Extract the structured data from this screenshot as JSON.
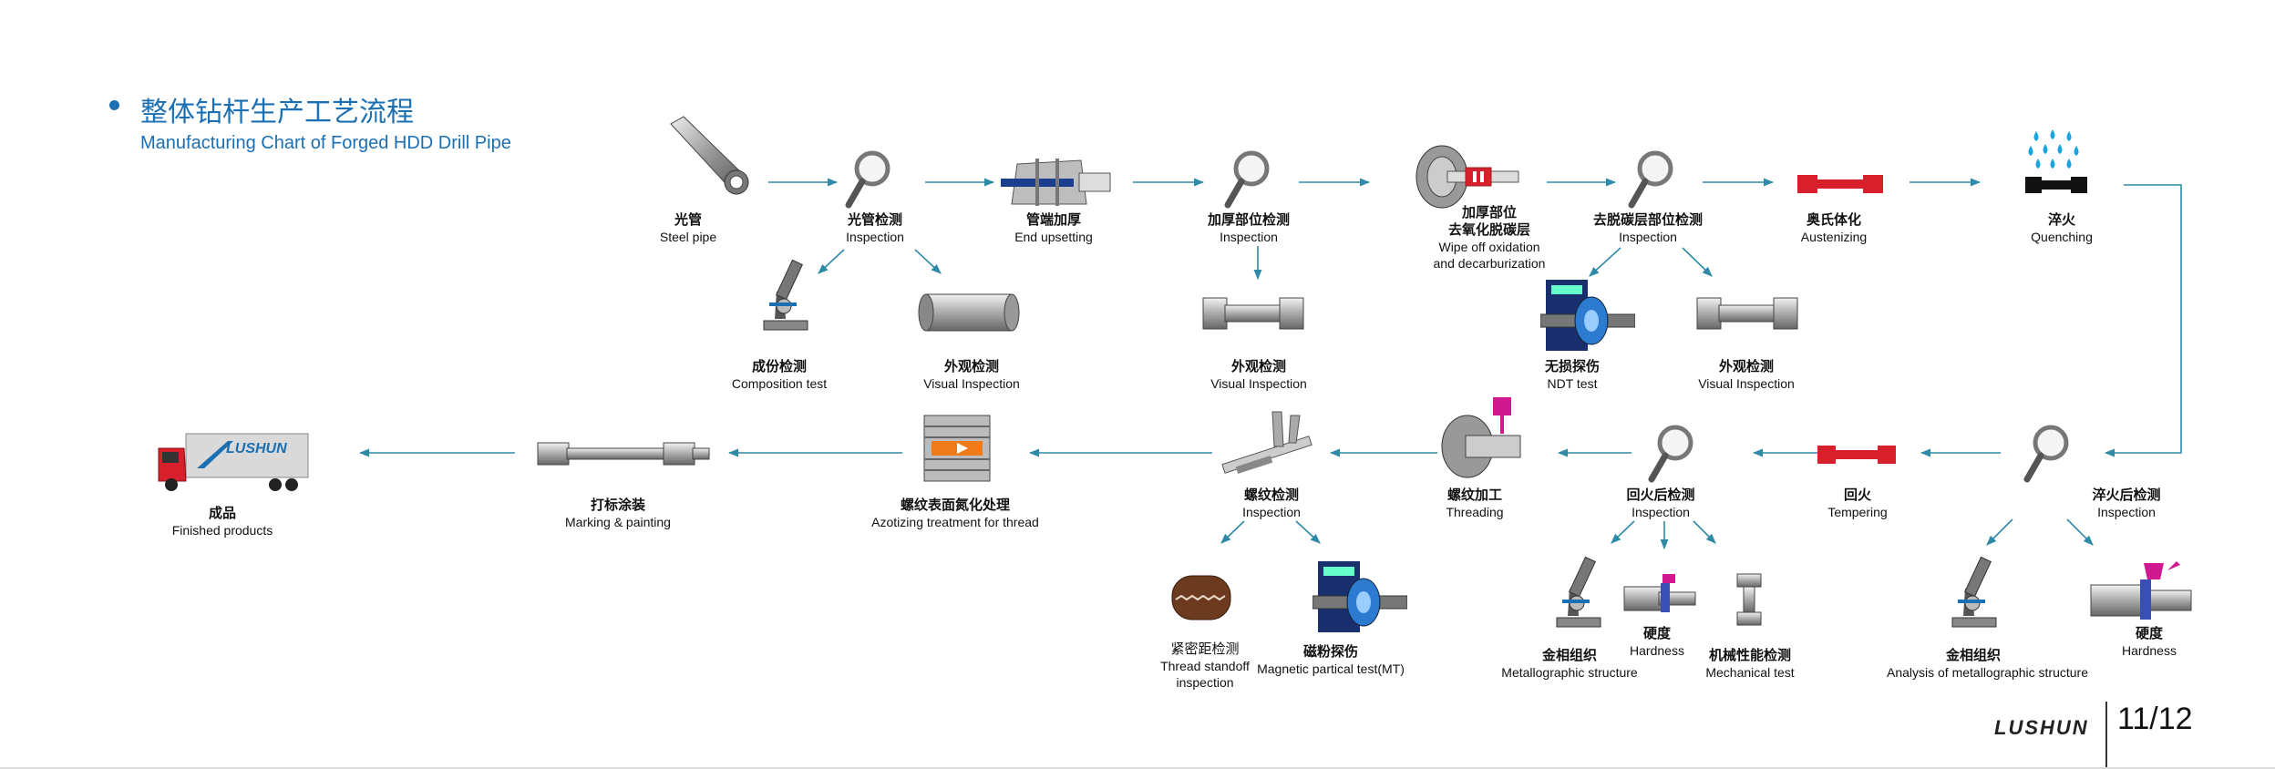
{
  "header": {
    "title_cn": "整体钻杆生产工艺流程",
    "title_en": "Manufacturing Chart of Forged HDD Drill Pipe"
  },
  "colors": {
    "accent": "#1b6fb3",
    "arrow": "#2e8aa6",
    "red": "#d8202c",
    "magenta": "#d1198f"
  },
  "steps": {
    "steel_pipe": {
      "cn": "光管",
      "en": "Steel pipe",
      "icon": "steel-pipe-icon"
    },
    "pipe_inspection": {
      "cn": "光管检测",
      "en": "Inspection",
      "icon": "magnifier-icon"
    },
    "end_upsetting": {
      "cn": "管端加厚",
      "en": "End upsetting",
      "icon": "upsetting-machine-icon"
    },
    "upset_inspection": {
      "cn": "加厚部位检测",
      "en": "Inspection",
      "icon": "magnifier-icon"
    },
    "wipe_oxidation": {
      "cn1": "加厚部位",
      "cn2": "去氧化脱碳层",
      "en1": "Wipe off oxidation",
      "en2": "and decarburization",
      "icon": "grinding-wheel-icon"
    },
    "decarb_inspection": {
      "cn": "去脱碳层部位检测",
      "en": "Inspection",
      "icon": "magnifier-icon"
    },
    "austenizing": {
      "cn": "奥氏体化",
      "en": "Austenizing",
      "icon": "red-pipe-icon"
    },
    "quenching": {
      "cn": "淬火",
      "en": "Quenching",
      "icon": "water-drops-icon"
    },
    "composition_test": {
      "cn": "成份检测",
      "en": "Composition test",
      "icon": "microscope-icon"
    },
    "visual_inspection_1": {
      "cn": "外观检测",
      "en": "Visual Inspection",
      "icon": "pipe-section-icon"
    },
    "visual_inspection_2": {
      "cn": "外观检测",
      "en": "Visual Inspection",
      "icon": "drill-pipe-icon"
    },
    "ndt_test": {
      "cn": "无损探伤",
      "en": "NDT test",
      "icon": "ndt-machine-icon"
    },
    "visual_inspection_3": {
      "cn": "外观检测",
      "en": "Visual Inspection",
      "icon": "drill-pipe-icon"
    },
    "finished_products": {
      "cn": "成品",
      "en": "Finished products",
      "icon": "truck-icon",
      "truck_text": "LUSHUN"
    },
    "marking_painting": {
      "cn": "打标涂装",
      "en": "Marking & painting",
      "icon": "marked-pipe-icon"
    },
    "azotizing": {
      "cn": "螺纹表面氮化处理",
      "en": "Azotizing treatment for thread",
      "icon": "furnace-icon"
    },
    "thread_inspection": {
      "cn": "螺纹检测",
      "en": "Inspection",
      "icon": "caliper-icon"
    },
    "threading": {
      "cn": "螺纹加工",
      "en": "Threading",
      "icon": "threading-machine-icon"
    },
    "tempered_inspection": {
      "cn": "回火后检测",
      "en": "Inspection",
      "icon": "magnifier-icon"
    },
    "tempering": {
      "cn": "回火",
      "en": "Tempering",
      "icon": "red-pipe-icon"
    },
    "quenched_inspection": {
      "cn": "淬火后检测",
      "en": "Inspection",
      "icon": "magnifier-icon"
    },
    "thread_standoff": {
      "cn": "紧密距检测",
      "en1": "Thread standoff",
      "en2": "inspection",
      "icon": "thread-sample-icon"
    },
    "magnetic_test": {
      "cn": "磁粉探伤",
      "en": "Magnetic partical test(MT)",
      "icon": "ndt-machine-icon"
    },
    "metallographic_1": {
      "cn": "金相组织",
      "en": "Metallographic structure",
      "icon": "microscope-icon"
    },
    "hardness_1": {
      "cn": "硬度",
      "en": "Hardness",
      "icon": "hardness-sample-icon"
    },
    "mechanical_test": {
      "cn": "机械性能检测",
      "en": "Mechanical test",
      "icon": "tensile-specimen-icon"
    },
    "metallographic_2": {
      "cn": "金相组织",
      "en": "Analysis of metallographic structure",
      "icon": "microscope-icon"
    },
    "hardness_2": {
      "cn": "硬度",
      "en": "Hardness",
      "icon": "hardness-sample-icon"
    }
  },
  "footer": {
    "logo": "LUSHUN",
    "page": "11/12"
  }
}
